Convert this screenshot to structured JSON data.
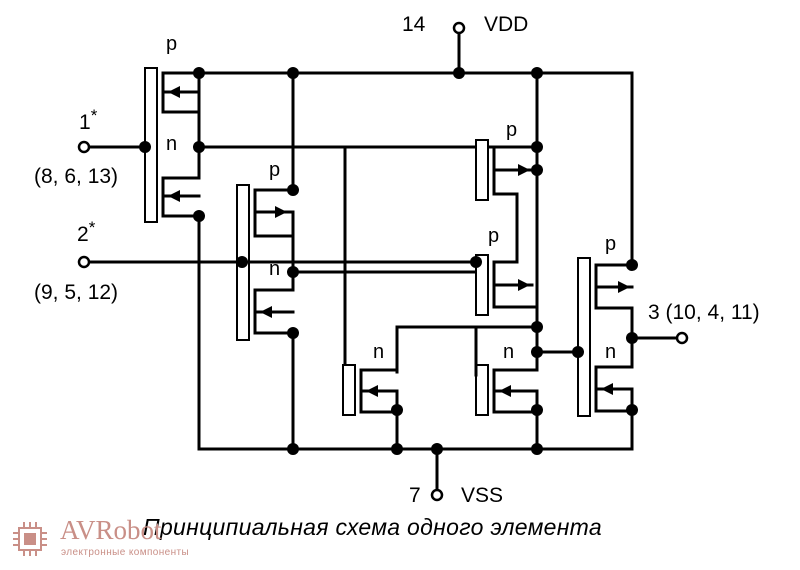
{
  "labels": {
    "vdd_pin": "14",
    "vdd_name": "VDD",
    "vss_pin": "7",
    "vss_name": "VSS",
    "input1": "1",
    "input1_star": "*",
    "input1_alt": "(8, 6, 13)",
    "input2": "2",
    "input2_star": "*",
    "input2_alt": "(9, 5, 12)",
    "output": "3 (10, 4, 11)"
  },
  "transistors": {
    "p": "p",
    "n": "n"
  },
  "caption": "Принципиальная схема одного элемента",
  "watermark": {
    "brand": "AVRobot",
    "tagline": "электронные компоненты",
    "color": "#c98f87"
  },
  "icons": {
    "chip": "chip-logo-icon"
  }
}
